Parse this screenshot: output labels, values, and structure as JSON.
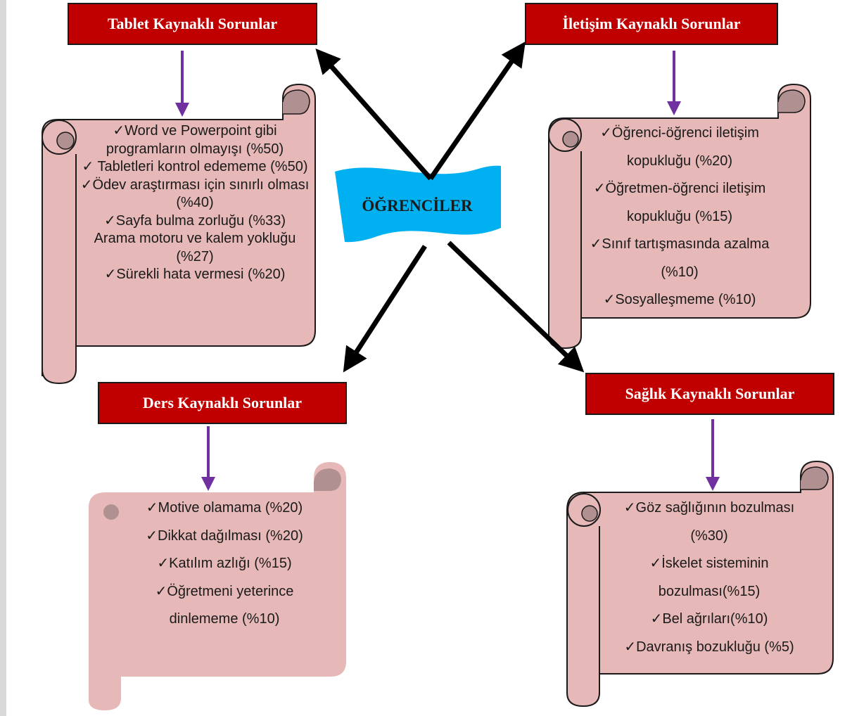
{
  "center": {
    "label": "ÖĞRENCİLER"
  },
  "colors": {
    "header_fill": "#c00000",
    "header_text": "#ffffff",
    "scroll_fill": "#e6b8b7",
    "scroll_stroke": "#1a1a1a",
    "scroll_curl": "#b09090",
    "hub_fill": "#00b0f0",
    "connector_arrow": "#000000",
    "down_arrow": "#7030a0"
  },
  "categories": [
    {
      "id": "tablet",
      "title": "Tablet Kaynaklı Sorunlar",
      "items": [
        "✓Word ve Powerpoint gibi programların olmayışı (%50)",
        "✓ Tabletleri kontrol edememe (%50)",
        "✓Ödev araştırması için sınırlı olması (%40)",
        "✓Sayfa bulma zorluğu (%33)",
        "Arama motoru ve kalem yokluğu (%27)",
        "✓Sürekli hata vermesi (%20)"
      ]
    },
    {
      "id": "iletisim",
      "title": "İletişim Kaynaklı Sorunlar",
      "items": [
        "✓Öğrenci-öğrenci iletişim kopukluğu (%20)",
        "✓Öğretmen-öğrenci iletişim kopukluğu (%15)",
        "✓Sınıf tartışmasında azalma (%10)",
        "✓Sosyalleşmeme (%10)"
      ]
    },
    {
      "id": "ders",
      "title": "Ders Kaynaklı Sorunlar",
      "items": [
        "✓Motive olamama (%20)",
        "✓Dikkat dağılması (%20)",
        "✓Katılım azlığı (%15)",
        "✓Öğretmeni yeterince dinlememe (%10)"
      ]
    },
    {
      "id": "saglik",
      "title": "Sağlık Kaynaklı Sorunlar",
      "items": [
        "✓Göz sağlığının bozulması (%30)",
        "✓İskelet sisteminin bozulması(%15)",
        "✓Bel ağrıları(%10)",
        "✓Davranış bozukluğu (%5)"
      ]
    }
  ]
}
